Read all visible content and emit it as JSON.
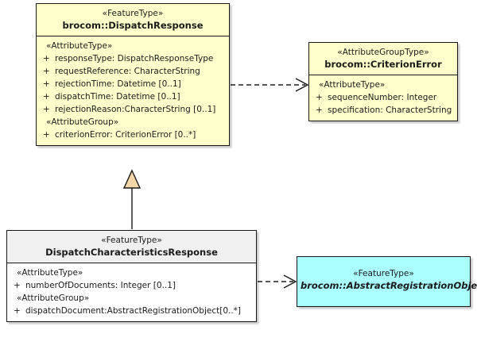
{
  "diagram": {
    "type": "uml-class-diagram",
    "title": "",
    "background": "#ffffff",
    "colors": {
      "feature_type_fill": "#ffffcc",
      "attribute_group_type_fill": "#ffffcc",
      "abstract_fill": "#aaffff",
      "local_class_header_fill": "#f0f0f0",
      "local_class_body_fill": "#ffffff",
      "border": "#1a1a1a",
      "generalization_arrow_fill": "#f5d6a8",
      "connector_line": "#1a1a1a"
    }
  },
  "classes": {
    "dispatch_response": {
      "stereotype": "«FeatureType»",
      "name": "brocom::DispatchResponse",
      "abstract": false,
      "sections": [
        {
          "group": "«AttributeType»",
          "attributes": [
            {
              "visibility": "+",
              "text": "responseType: DispatchResponseType"
            },
            {
              "visibility": "+",
              "text": "requestReference: CharacterString"
            },
            {
              "visibility": "+",
              "text": "rejectionTime: Datetime [0..1]"
            },
            {
              "visibility": "+",
              "text": "dispatchTime: Datetime [0..1]"
            },
            {
              "visibility": "+",
              "text": "rejectionReason:CharacterString [0..1]"
            }
          ]
        },
        {
          "group": "«AttributeGroup»",
          "attributes": [
            {
              "visibility": "+",
              "text": "criterionError: CriterionError [0..*]"
            }
          ]
        }
      ]
    },
    "criterion_error": {
      "stereotype": "«AttributeGroupType»",
      "name": "brocom::CriterionError",
      "abstract": false,
      "sections": [
        {
          "group": "«AttributeType»",
          "attributes": [
            {
              "visibility": "+",
              "text": "sequenceNumber: Integer"
            },
            {
              "visibility": "+",
              "text": "specification: CharacterString"
            }
          ]
        }
      ]
    },
    "dispatch_characteristics_response": {
      "stereotype": "«FeatureType»",
      "name": "DispatchCharacteristicsResponse",
      "abstract": false,
      "sections": [
        {
          "group": "«AttributeType»",
          "attributes": [
            {
              "visibility": "+",
              "text": "numberOfDocuments: Integer [0..1]"
            }
          ]
        },
        {
          "group": "«AttributeGroup»",
          "attributes": [
            {
              "visibility": "+",
              "text": "dispatchDocument:AbstractRegistrationObject[0..*]"
            }
          ]
        }
      ]
    },
    "abstract_registration_object": {
      "stereotype": "«FeatureType»",
      "name": "brocom::AbstractRegistrationObject",
      "abstract": true,
      "sections": []
    }
  },
  "connectors": [
    {
      "id": "dep-dispatch-response-to-criterion-error",
      "kind": "dependency",
      "style": "dashed",
      "arrow": "open",
      "from": "dispatch_response",
      "to": "criterion_error",
      "label": ""
    },
    {
      "id": "gen-dispatch-characteristics-to-dispatch-response",
      "kind": "generalization",
      "style": "solid",
      "arrow": "hollow-triangle",
      "from": "dispatch_characteristics_response",
      "to": "dispatch_response",
      "label": ""
    },
    {
      "id": "dep-dispatch-characteristics-to-abstract-registration",
      "kind": "dependency",
      "style": "dashed",
      "arrow": "open",
      "from": "dispatch_characteristics_response",
      "to": "abstract_registration_object",
      "label": ""
    }
  ]
}
